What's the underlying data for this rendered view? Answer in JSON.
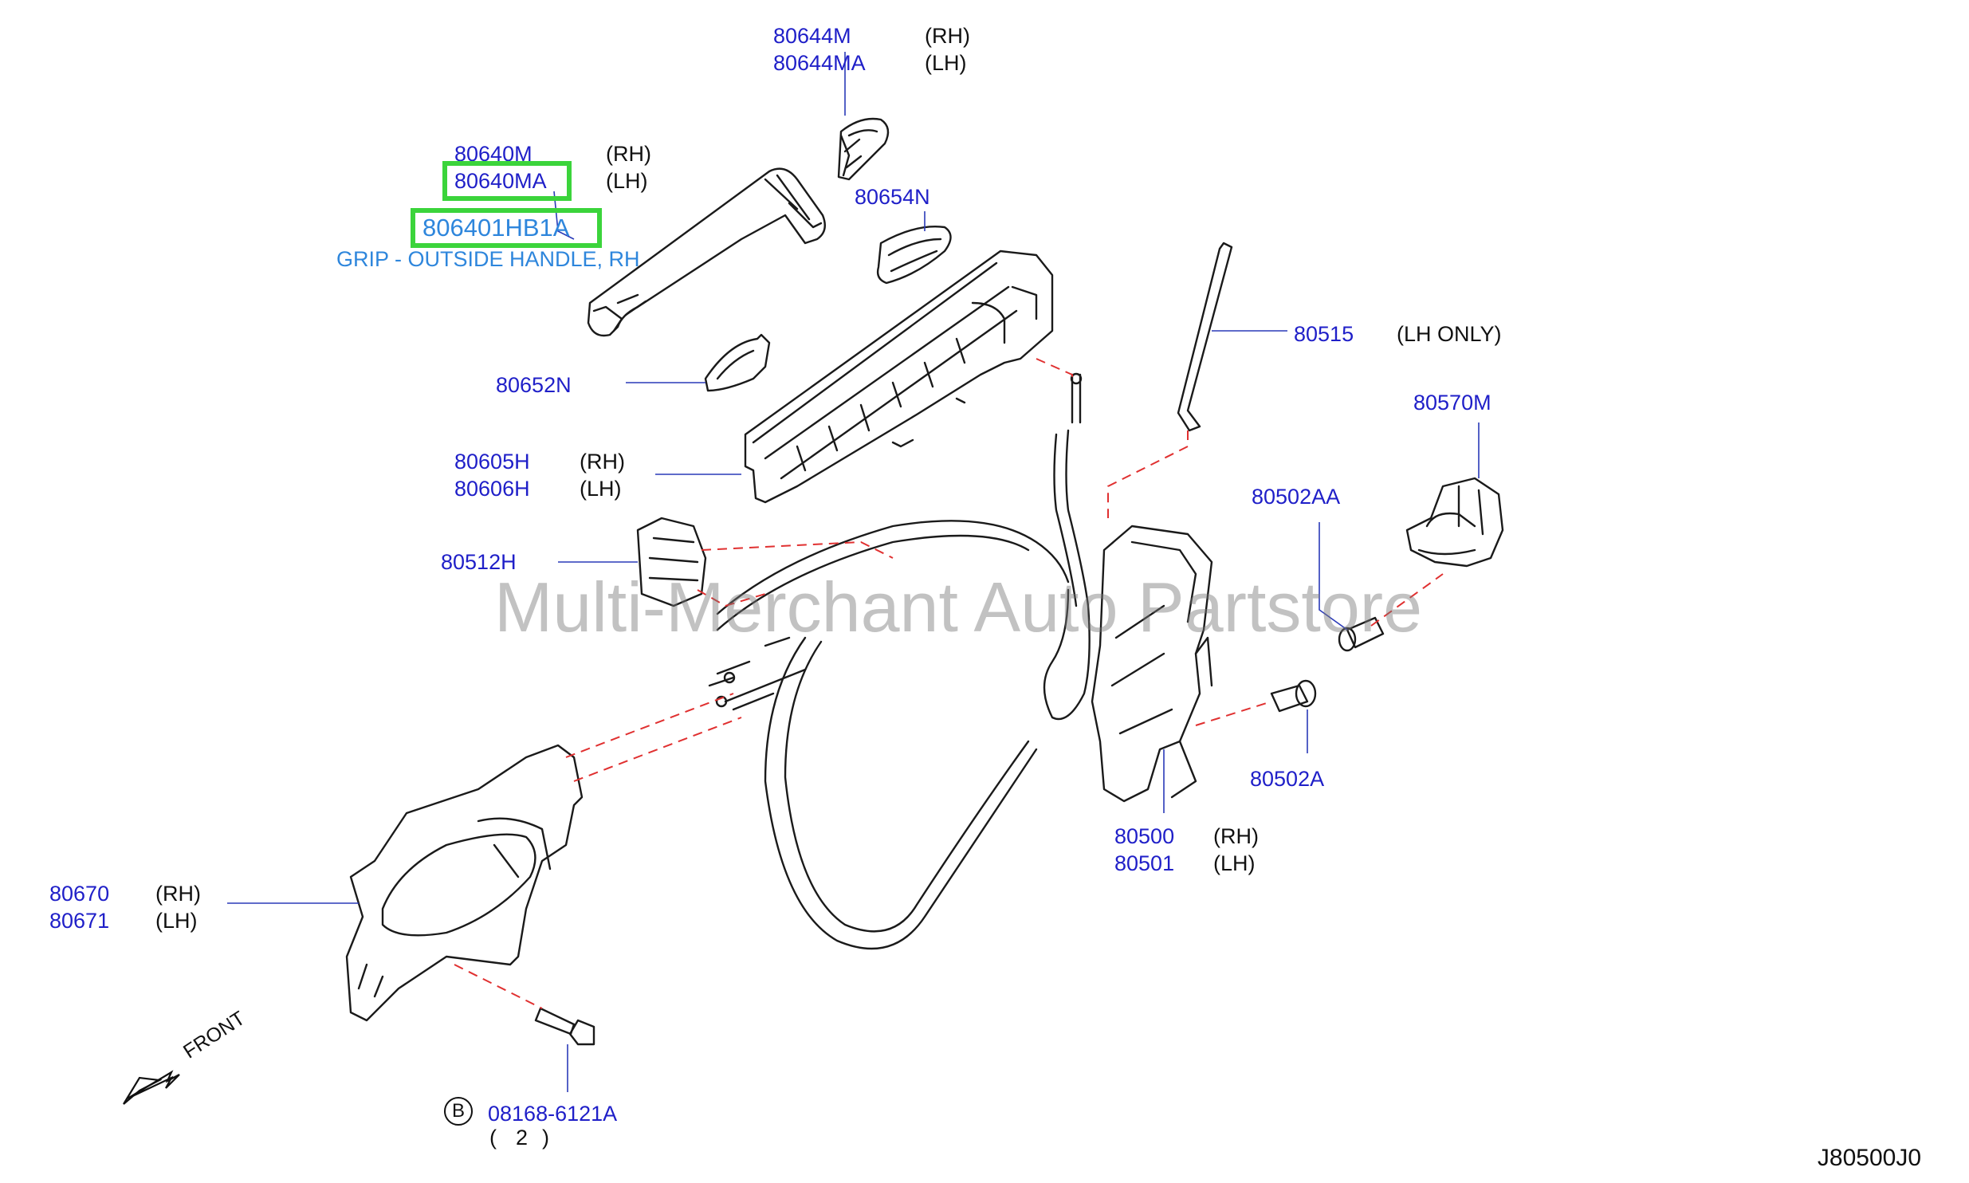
{
  "watermark": "Multi-Merchant Auto Partstore",
  "diagram_code": "J80500J0",
  "front_label": "FRONT",
  "callouts": {
    "p80644m": {
      "part": "80644M",
      "side": "(RH)"
    },
    "p80644ma": {
      "part": "80644MA",
      "side": "(LH)"
    },
    "p80640m": {
      "part": "80640M",
      "side": "(RH)"
    },
    "p80640ma": {
      "part": "80640MA",
      "side": "(LH)"
    },
    "p806401hb1a": {
      "part": "806401HB1A"
    },
    "grip_desc": "GRIP - OUTSIDE HANDLE, RH",
    "p80654n": {
      "part": "80654N"
    },
    "p80515": {
      "part": "80515",
      "side": "(LH   ONLY)"
    },
    "p80652n": {
      "part": "80652N"
    },
    "p80570m": {
      "part": "80570M"
    },
    "p80605h": {
      "part": "80605H",
      "side": "(RH)"
    },
    "p80606h": {
      "part": "80606H",
      "side": "(LH)"
    },
    "p80502aa": {
      "part": "80502AA"
    },
    "p80512h": {
      "part": "80512H"
    },
    "p80502a": {
      "part": "80502A"
    },
    "p80500": {
      "part": "80500",
      "side": "(RH)"
    },
    "p80501": {
      "part": "80501",
      "side": "(LH)"
    },
    "p80670": {
      "part": "80670",
      "side": "(RH)"
    },
    "p80671": {
      "part": "80671",
      "side": "(LH)"
    },
    "bolt": {
      "badge": "B",
      "part": "08168-6121A",
      "qty": "2",
      "qty_paren_open": "(",
      "qty_paren_close": ")"
    }
  },
  "colors": {
    "part_number": "#1f1fc8",
    "highlight": "#3bd43b",
    "description": "#2e86dc",
    "dash": "#e03030"
  }
}
